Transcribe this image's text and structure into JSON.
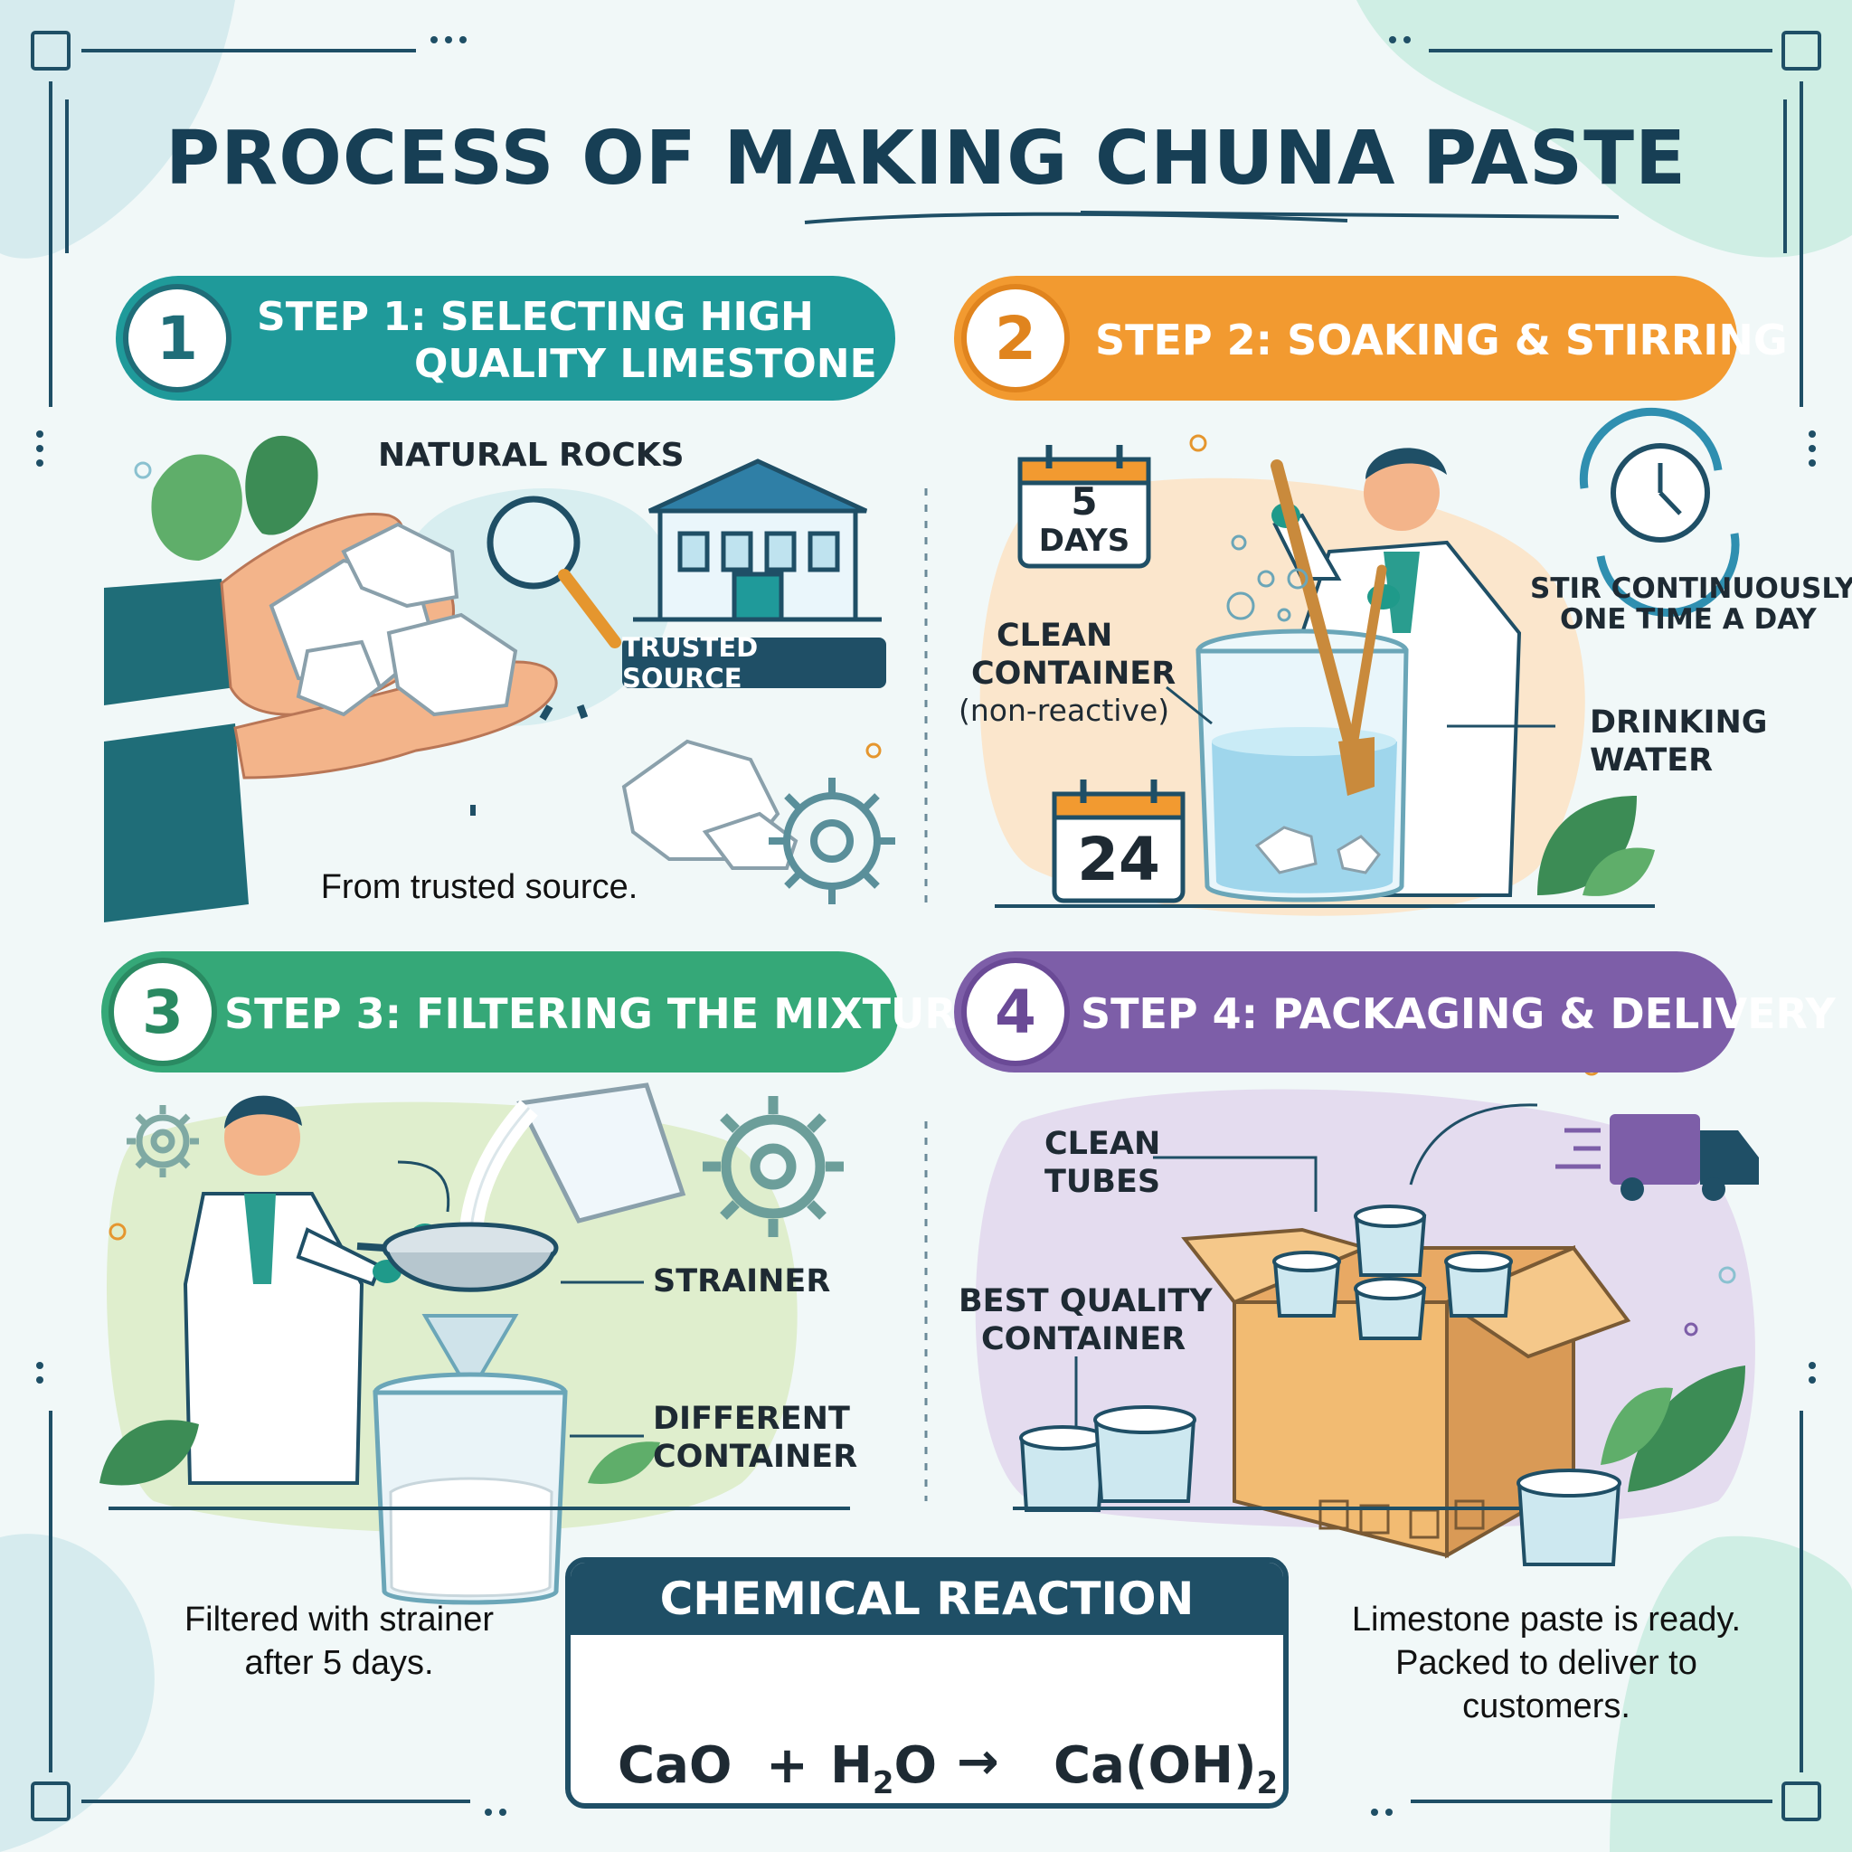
{
  "title": "PROCESS OF MAKING CHUNA PASTE",
  "colors": {
    "navy": "#1f4f66",
    "teal": "#1f9a9a",
    "orange": "#f29a30",
    "green": "#35a878",
    "purple": "#7d5ea8"
  },
  "step1": {
    "number": "1",
    "label_line1": "STEP 1: SELECTING HIGH",
    "label_line2": "QUALITY LIMESTONE",
    "natural_rocks": "NATURAL ROCKS",
    "trusted_badge": "TRUSTED SOURCE",
    "caption": "From trusted source."
  },
  "step2": {
    "number": "2",
    "label": "STEP 2: SOAKING & STIRRING",
    "calendar_days_number": "5",
    "calendar_days_unit": "DAYS",
    "calendar_24": "24",
    "stir_line1": "STIR CONTINUOUSLY",
    "stir_line2": "ONE TIME A DAY",
    "container_line1": "CLEAN",
    "container_line2": "CONTAINER",
    "container_line3": "(non-reactive)",
    "water_line1": "DRINKING",
    "water_line2": "WATER"
  },
  "step3": {
    "number": "3",
    "label": "STEP 3: FILTERING THE MIXTURE",
    "strainer": "STRAINER",
    "different_line1": "DIFFERENT",
    "different_line2": "CONTAINER",
    "caption_line1": "Filtered with strainer",
    "caption_line2": "after 5 days."
  },
  "step4": {
    "number": "4",
    "label": "STEP 4: PACKAGING & DELIVERY",
    "tubes_line1": "CLEAN",
    "tubes_line2": "TUBES",
    "best_line1": "BEST QUALITY",
    "best_line2": "CONTAINER",
    "caption_line1": "Limestone paste is ready.",
    "caption_line2": "Packed to deliver to",
    "caption_line3": "customers."
  },
  "reaction": {
    "heading": "CHEMICAL REACTION",
    "term1": "CaO",
    "plus": "+",
    "term2_main": "H",
    "term2_sub": "2",
    "term2_tail": "O",
    "arrow": "→",
    "term3_main": "Ca(OH)",
    "term3_sub": "2"
  }
}
